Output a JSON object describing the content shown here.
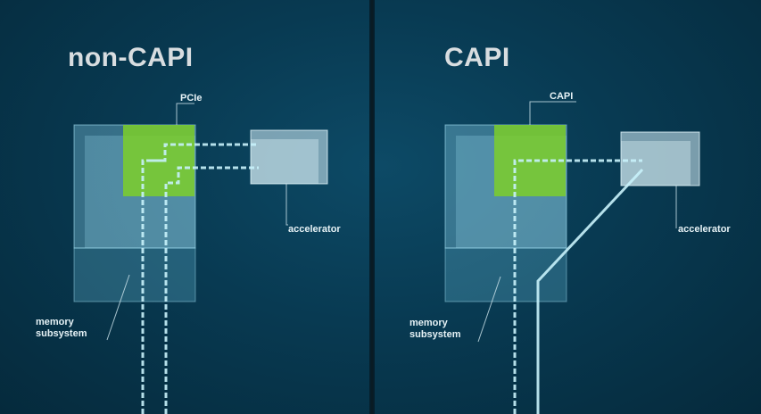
{
  "left": {
    "title": "non-CAPI",
    "bridge_label": "PCIe",
    "accelerator_label": "accelerator",
    "memory_label_line1": "memory",
    "memory_label_line2": "subsystem"
  },
  "right": {
    "title": "CAPI",
    "bridge_label": "CAPI",
    "accelerator_label": "accelerator",
    "memory_label_line1": "memory",
    "memory_label_line2": "subsystem"
  },
  "colors": {
    "background": "#083a52",
    "chip": "#7ccf2a",
    "processor": "#8fd6f0",
    "link": "#bfeefa"
  }
}
